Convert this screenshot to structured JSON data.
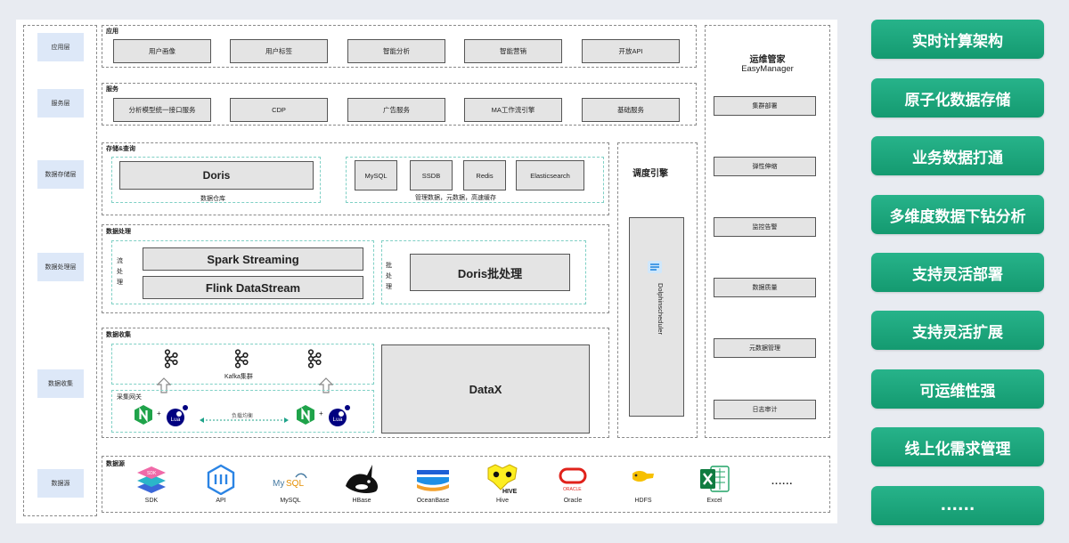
{
  "layers": [
    "应用层",
    "服务层",
    "数据存储层",
    "数据处理层",
    "数据收集",
    "数据源"
  ],
  "app": {
    "title": "应用",
    "items": [
      "用户画像",
      "用户标签",
      "智能分析",
      "智能营销",
      "开放API"
    ]
  },
  "service": {
    "title": "服务",
    "items": [
      "分析模型统一接口服务",
      "CDP",
      "广告服务",
      "MA工作流引擎",
      "基础服务"
    ]
  },
  "storage": {
    "title": "存储&查询",
    "doris": "Doris",
    "doris_caption": "数据仓库",
    "dbs": [
      "MySQL",
      "SSDB",
      "Redis",
      "Elasticsearch"
    ],
    "dbs_caption": "管理数据，元数据，高速缓存"
  },
  "processing": {
    "title": "数据处理",
    "stream_label": "流处理",
    "spark": "Spark Streaming",
    "flink": "Flink DataStream",
    "batch_label": "批处理",
    "doris_batch": "Doris批处理"
  },
  "collection": {
    "title": "数据收集",
    "kafka_caption": "Kafka集群",
    "gateway_title": "采集网关",
    "lb_caption": "负载均衡",
    "plus": "+",
    "nginx": "N",
    "lua": "Lua",
    "datax": "DataX"
  },
  "scheduler": {
    "title": "调度引擎",
    "name": "Dolphinscheduler"
  },
  "ops": {
    "title": "运维管家",
    "subtitle": "EasyManager",
    "items": [
      "集群部署",
      "弹性伸缩",
      "监控告警",
      "数据质量",
      "元数据管理",
      "日志审计"
    ]
  },
  "sources": {
    "title": "数据源",
    "items": [
      {
        "name": "SDK",
        "icon": "sdk-icon"
      },
      {
        "name": "API",
        "icon": "api-icon"
      },
      {
        "name": "MySQL",
        "icon": "mysql-icon"
      },
      {
        "name": "HBase",
        "icon": "hbase-icon"
      },
      {
        "name": "OceanBase",
        "icon": "oceanbase-icon"
      },
      {
        "name": "Hive",
        "icon": "hive-icon"
      },
      {
        "name": "Oracle",
        "icon": "oracle-icon"
      },
      {
        "name": "HDFS",
        "icon": "hdfs-icon"
      },
      {
        "name": "Excel",
        "icon": "excel-icon"
      }
    ],
    "more": "......"
  },
  "features": [
    "实时计算架构",
    "原子化数据存储",
    "业务数据打通",
    "多维度数据下钻分析",
    "支持灵活部署",
    "支持灵活扩展",
    "可运维性强",
    "线上化需求管理",
    "......"
  ],
  "colors": {
    "accent": "#1aa57b",
    "label_bg": "#dde8f8",
    "box_bg": "#e4e4e4",
    "teal_dash": "#7fd0c5"
  }
}
